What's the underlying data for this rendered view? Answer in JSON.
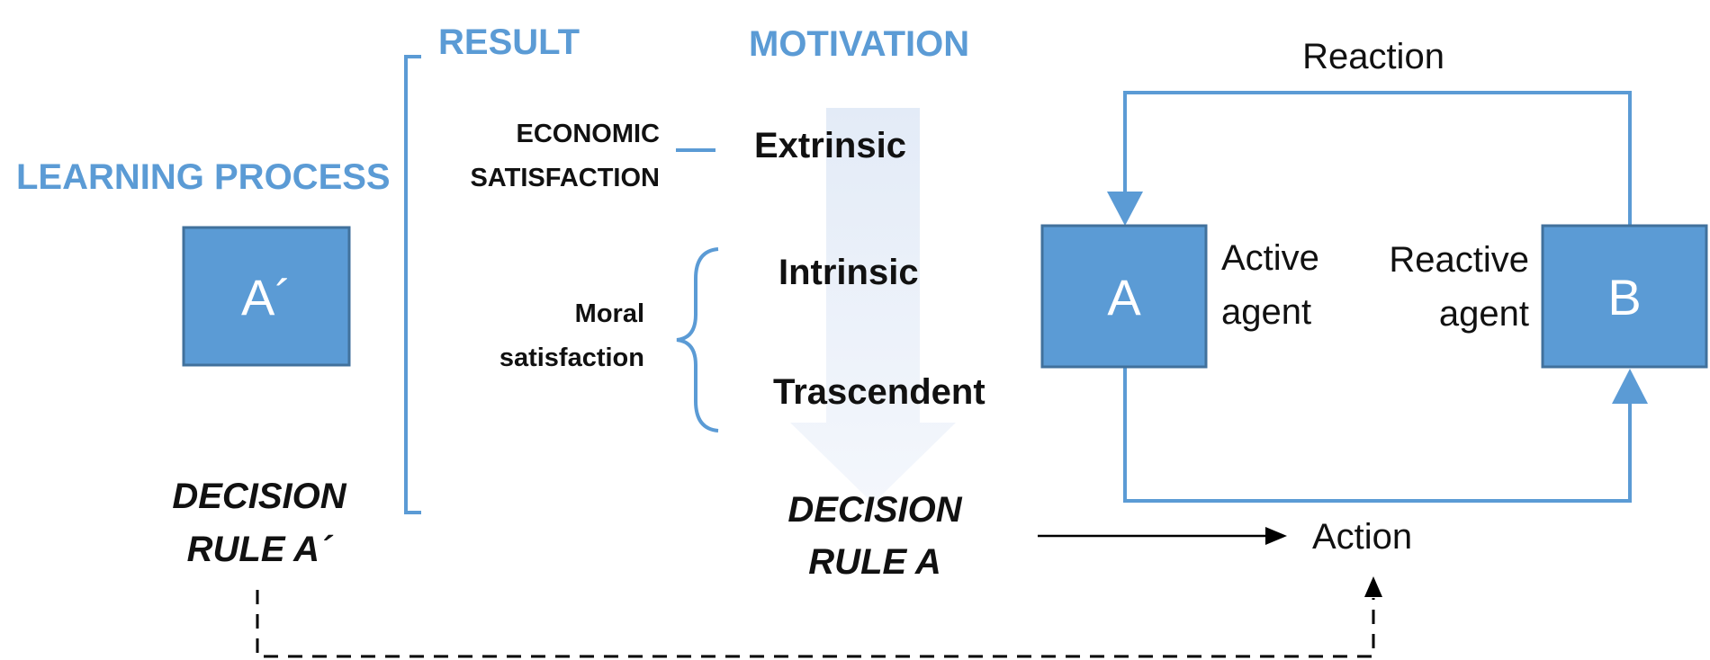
{
  "headers": {
    "learning_process": "LEARNING PROCESS",
    "result": "RESULT",
    "motivation": "MOTIVATION"
  },
  "result": {
    "economic_line1": "ECONOMIC",
    "economic_line2": "SATISFACTION",
    "moral_line1": "Moral",
    "moral_line2": "satisfaction"
  },
  "motivation": {
    "extrinsic": "Extrinsic",
    "intrinsic": "Intrinsic",
    "trascendent": "Trascendent"
  },
  "boxes": {
    "a_prime": "A´",
    "a": "A",
    "b": "B"
  },
  "rules": {
    "rule_a_prime_line1": "DECISION",
    "rule_a_prime_line2": "RULE A´",
    "rule_a_line1": "DECISION",
    "rule_a_line2": "RULE A"
  },
  "agents": {
    "active_line1": "Active",
    "active_line2": "agent",
    "reactive_line1": "Reactive",
    "reactive_line2": "agent"
  },
  "flow": {
    "reaction": "Reaction",
    "action": "Action"
  },
  "colors": {
    "accent": "#5b9bd5",
    "box_border": "#41719c",
    "arrow_fill": "#dbe6f5"
  }
}
